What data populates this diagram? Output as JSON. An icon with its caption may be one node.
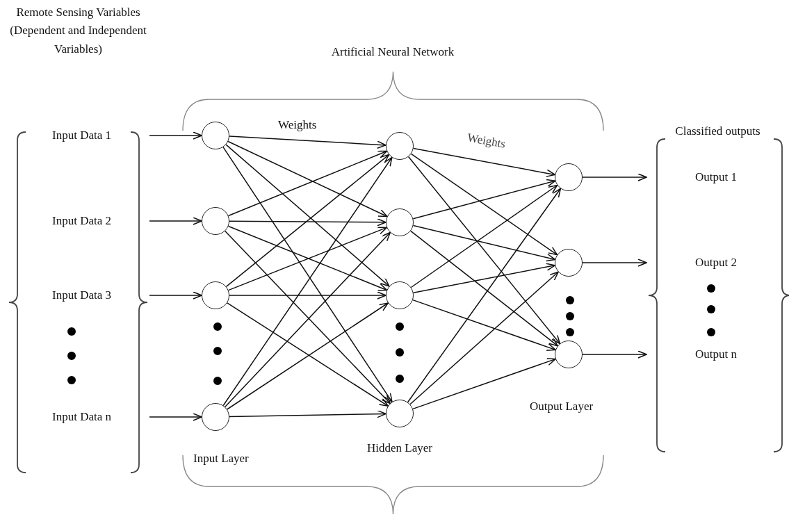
{
  "diagram": {
    "nodes": [
      {
        "text": [
          "Remote Sensing Variables (Dependent and Independent Variables)"
        ]
      },
      {
        "text": [
          "Input Data 1"
        ],
        "in": 0
      },
      {
        "text": [
          "Input Data 2"
        ],
        "in": 0
      },
      {
        "text": [
          "Input Data 3"
        ],
        "in": 0
      },
      {
        "text": [
          "Input Data n"
        ],
        "in": 0
      },
      {
        "text": [
          "Artificial Neural Network"
        ]
      },
      {
        "text": [],
        "shape": "circle",
        "in": 5
      },
      {
        "text": [],
        "shape": "circle",
        "in": 5
      },
      {
        "text": [],
        "shape": "circle",
        "in": 5
      },
      {
        "text": [],
        "shape": "circle",
        "in": 5
      },
      {
        "text": [],
        "shape": "circle",
        "in": 5
      },
      {
        "text": [],
        "shape": "circle",
        "in": 5
      },
      {
        "text": [],
        "shape": "circle",
        "in": 5
      },
      {
        "text": [],
        "shape": "circle",
        "in": 5
      },
      {
        "text": [],
        "shape": "circle",
        "in": 5
      },
      {
        "text": [],
        "shape": "circle",
        "in": 5
      },
      {
        "text": [],
        "shape": "circle",
        "in": 5
      },
      {
        "text": [
          "Classified outputs"
        ]
      },
      {
        "text": [
          "Output 1"
        ],
        "in": 17
      },
      {
        "text": [
          "Output 2"
        ],
        "in": 17
      },
      {
        "text": [
          "Output n"
        ],
        "in": 17
      }
    ],
    "edges": [
      {
        "from": 1,
        "to": 6,
        "arrow": "to"
      },
      {
        "from": 2,
        "to": 7,
        "arrow": "to"
      },
      {
        "from": 3,
        "to": 8,
        "arrow": "to"
      },
      {
        "from": 4,
        "to": 9,
        "arrow": "to"
      },
      {
        "from": 6,
        "to": 10,
        "arrow": "to"
      },
      {
        "from": 6,
        "to": 11,
        "arrow": "to"
      },
      {
        "from": 6,
        "to": 12,
        "arrow": "to"
      },
      {
        "from": 6,
        "to": 13,
        "arrow": "to"
      },
      {
        "from": 7,
        "to": 10,
        "arrow": "to"
      },
      {
        "from": 7,
        "to": 11,
        "arrow": "to"
      },
      {
        "from": 7,
        "to": 12,
        "arrow": "to"
      },
      {
        "from": 7,
        "to": 13,
        "arrow": "to"
      },
      {
        "from": 8,
        "to": 10,
        "arrow": "to"
      },
      {
        "from": 8,
        "to": 11,
        "arrow": "to"
      },
      {
        "from": 8,
        "to": 12,
        "arrow": "to"
      },
      {
        "from": 8,
        "to": 13,
        "arrow": "to"
      },
      {
        "from": 9,
        "to": 10,
        "arrow": "to"
      },
      {
        "from": 9,
        "to": 11,
        "arrow": "to"
      },
      {
        "from": 9,
        "to": 12,
        "arrow": "to"
      },
      {
        "from": 9,
        "to": 13,
        "arrow": "to"
      },
      {
        "from": 10,
        "to": 14,
        "arrow": "to"
      },
      {
        "from": 10,
        "to": 15,
        "arrow": "to"
      },
      {
        "from": 10,
        "to": 16,
        "arrow": "to"
      },
      {
        "from": 11,
        "to": 14,
        "arrow": "to"
      },
      {
        "from": 11,
        "to": 15,
        "arrow": "to"
      },
      {
        "from": 11,
        "to": 16,
        "arrow": "to"
      },
      {
        "from": 12,
        "to": 14,
        "arrow": "to"
      },
      {
        "from": 12,
        "to": 15,
        "arrow": "to"
      },
      {
        "from": 12,
        "to": 16,
        "arrow": "to"
      },
      {
        "from": 13,
        "to": 14,
        "arrow": "to"
      },
      {
        "from": 13,
        "to": 15,
        "arrow": "to"
      },
      {
        "from": 13,
        "to": 16,
        "arrow": "to"
      },
      {
        "from": 14,
        "to": 18,
        "arrow": "to"
      },
      {
        "from": 15,
        "to": 19,
        "arrow": "to"
      },
      {
        "from": 16,
        "to": 20,
        "arrow": "to"
      }
    ],
    "labels": [
      "Weights",
      "Weights",
      "Output Layer",
      "Input Layer",
      "Hidden Layer"
    ]
  }
}
